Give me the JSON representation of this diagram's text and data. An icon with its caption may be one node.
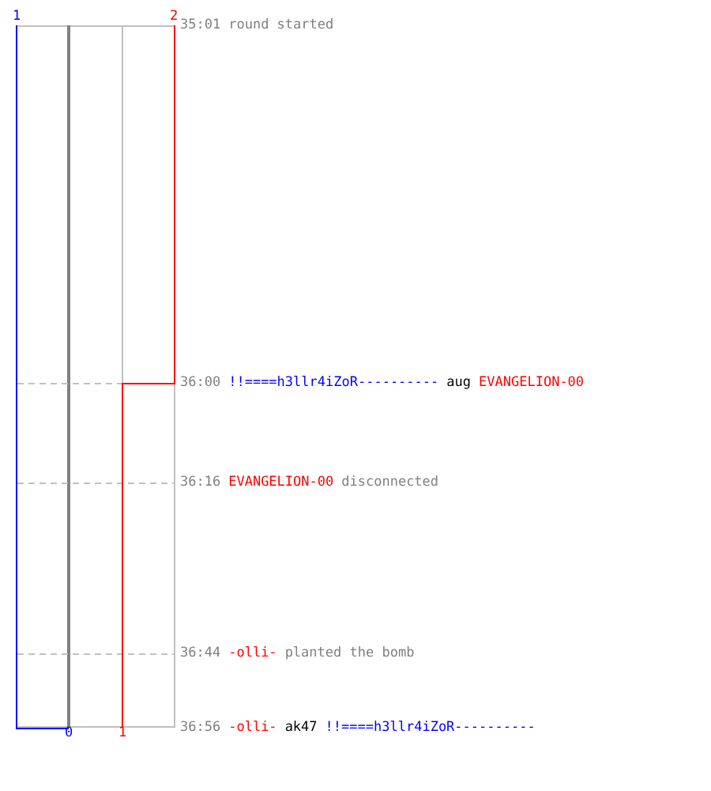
{
  "diagram": {
    "labels": [
      "1",
      "2",
      "35:01",
      "round started",
      "36:00",
      "!!====h3llr4iZoR----------",
      "aug",
      "EVANGELION-00",
      "36:16",
      "EVANGELION-00",
      "disconnected",
      "36:44",
      "-olli-",
      "planted the bomb",
      "0",
      "1",
      "36:56",
      "-olli-",
      "ak47",
      "!!====h3llr4iZoR----------"
    ]
  }
}
